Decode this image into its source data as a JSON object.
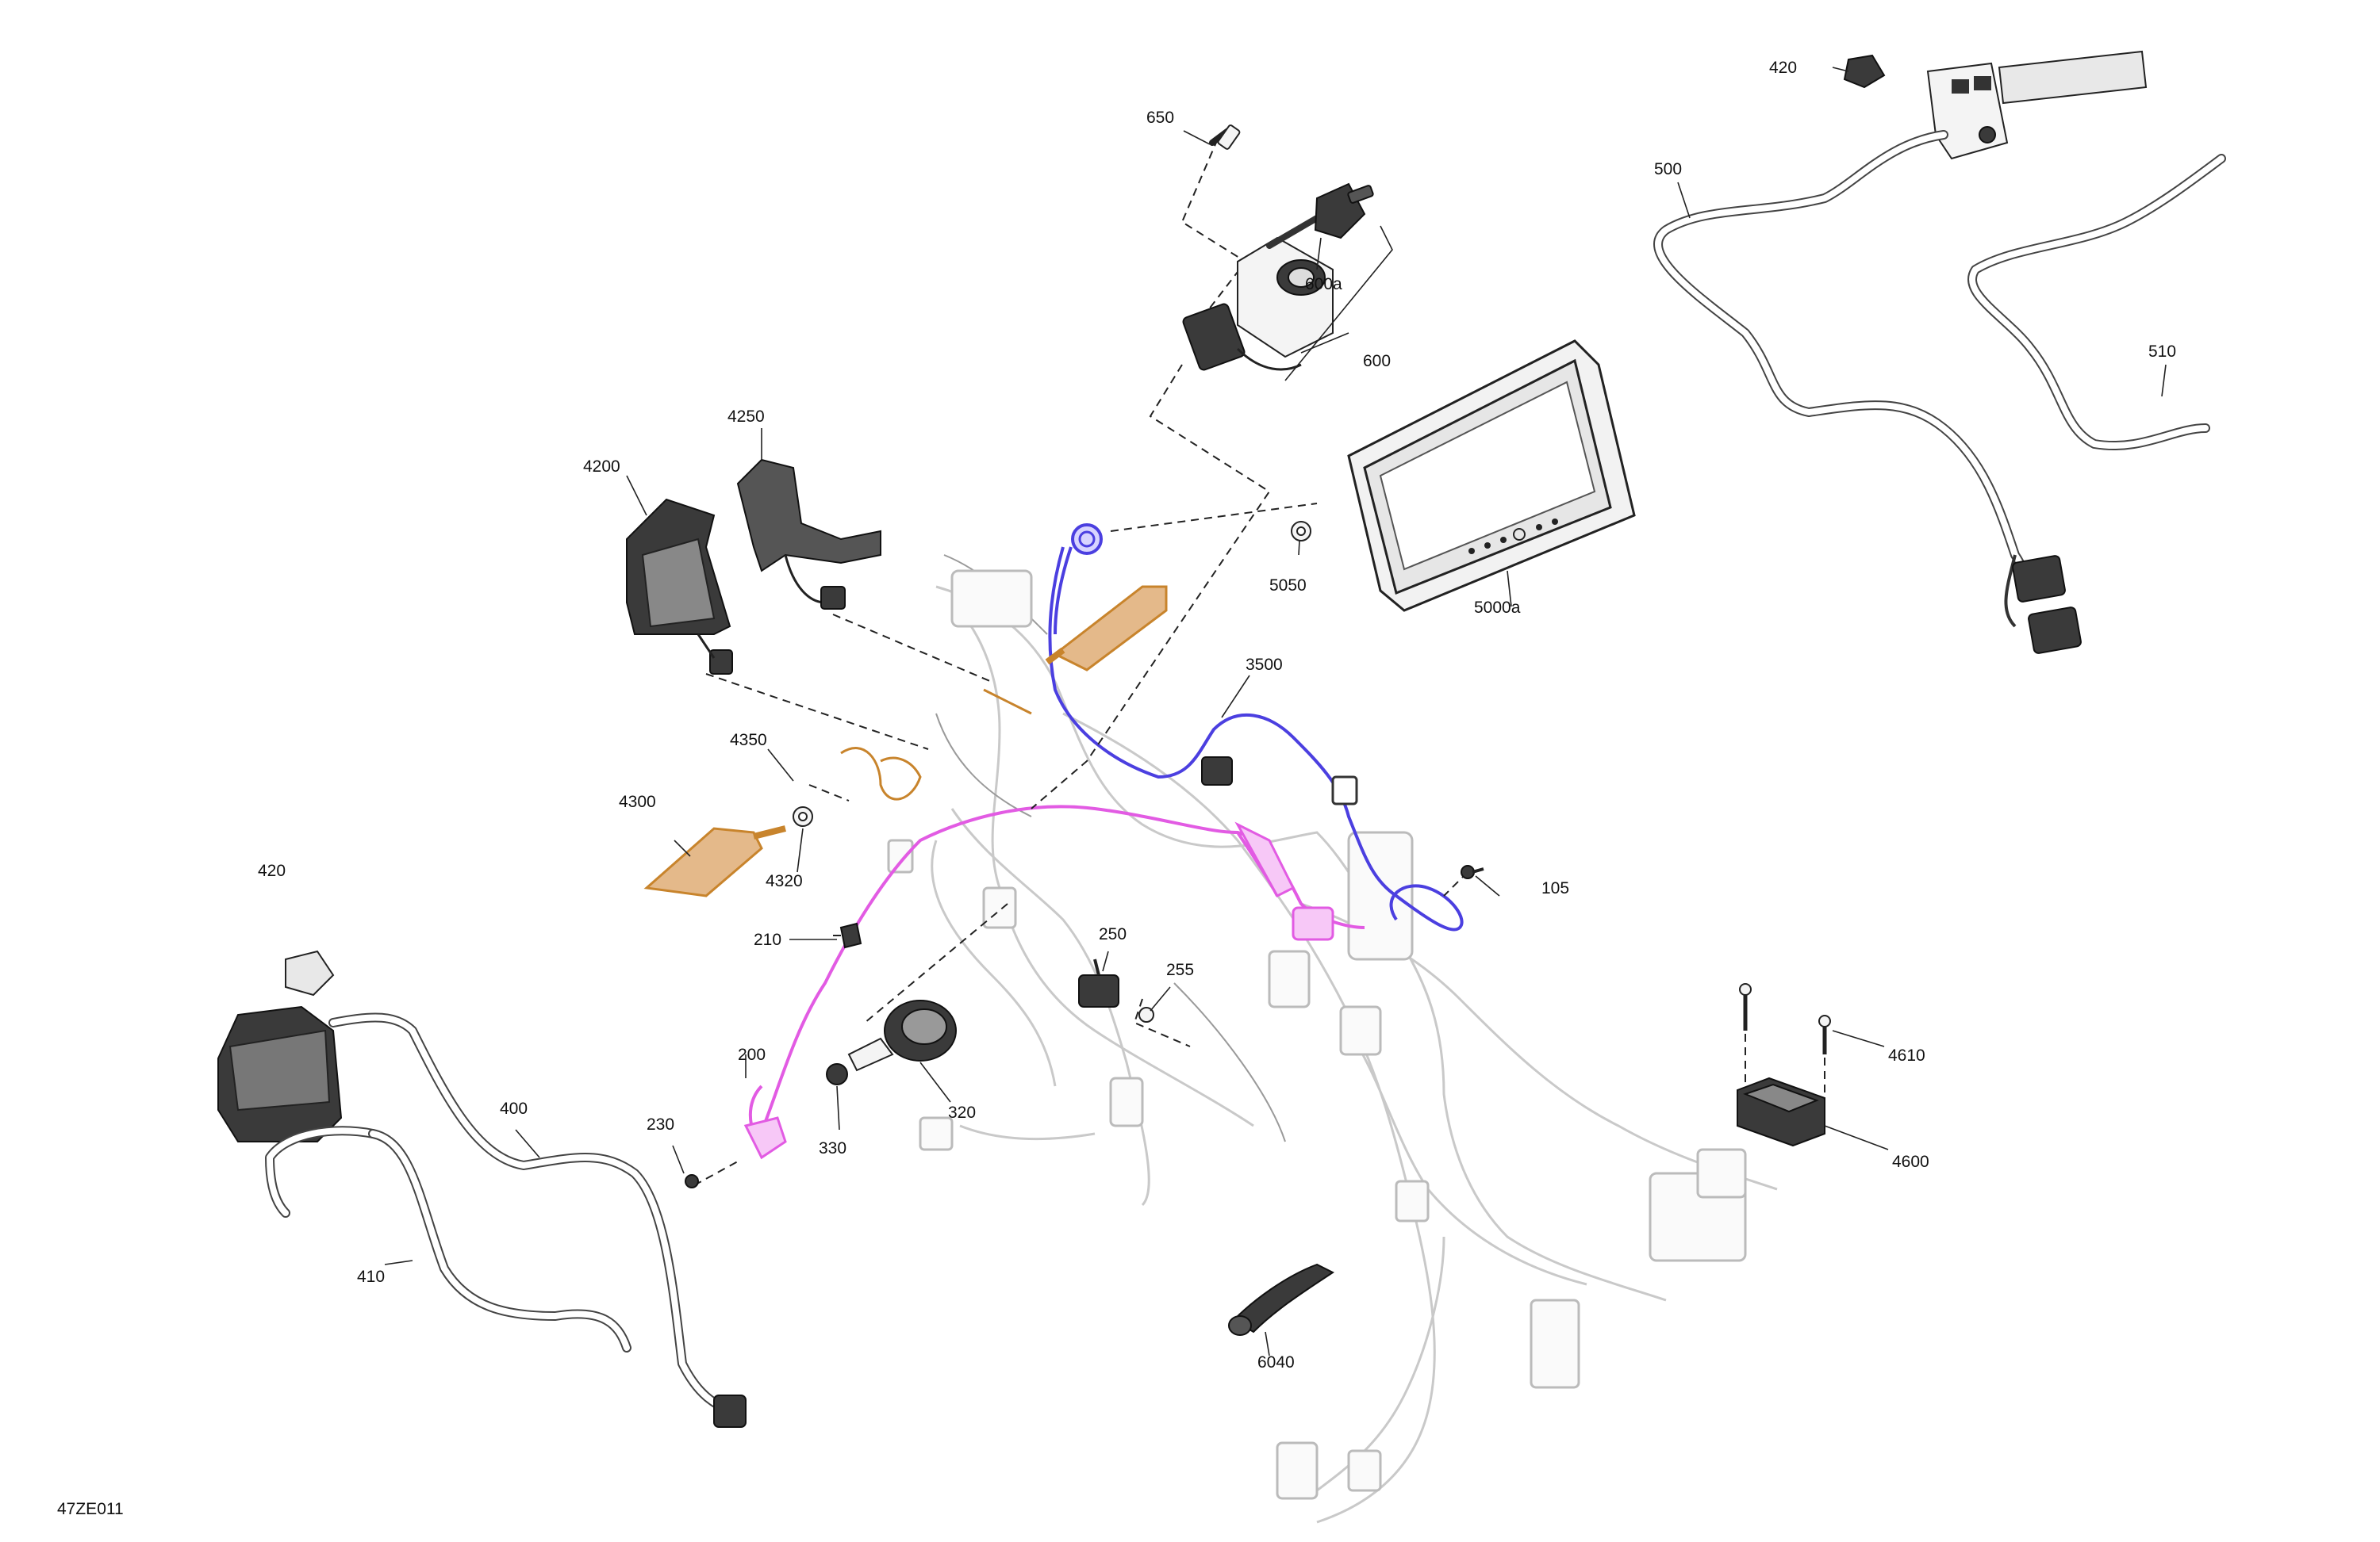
{
  "diagram_ref": "47ZE011",
  "colors": {
    "harness_pink": "#e25be3",
    "harness_blue": "#4b3fe0",
    "signal_orange": "#c8842c",
    "line": "#222222"
  },
  "callouts": [
    {
      "id": "c650",
      "label": "650"
    },
    {
      "id": "c600a",
      "label": "600a"
    },
    {
      "id": "c600",
      "label": "600"
    },
    {
      "id": "c420a",
      "label": "420"
    },
    {
      "id": "c500",
      "label": "500"
    },
    {
      "id": "c510",
      "label": "510"
    },
    {
      "id": "c4250",
      "label": "4250"
    },
    {
      "id": "c4200",
      "label": "4200"
    },
    {
      "id": "c5050",
      "label": "5050"
    },
    {
      "id": "c5000a",
      "label": "5000a"
    },
    {
      "id": "c3500",
      "label": "3500"
    },
    {
      "id": "c4350",
      "label": "4350"
    },
    {
      "id": "c4300",
      "label": "4300"
    },
    {
      "id": "c4320",
      "label": "4320"
    },
    {
      "id": "c105",
      "label": "105"
    },
    {
      "id": "c420b",
      "label": "420"
    },
    {
      "id": "c210",
      "label": "210"
    },
    {
      "id": "c250",
      "label": "250"
    },
    {
      "id": "c255",
      "label": "255"
    },
    {
      "id": "c200",
      "label": "200"
    },
    {
      "id": "c400",
      "label": "400"
    },
    {
      "id": "c230",
      "label": "230"
    },
    {
      "id": "c330",
      "label": "330"
    },
    {
      "id": "c320",
      "label": "320"
    },
    {
      "id": "c4610",
      "label": "4610"
    },
    {
      "id": "c4600",
      "label": "4600"
    },
    {
      "id": "c410",
      "label": "410"
    },
    {
      "id": "c6040",
      "label": "6040"
    }
  ]
}
